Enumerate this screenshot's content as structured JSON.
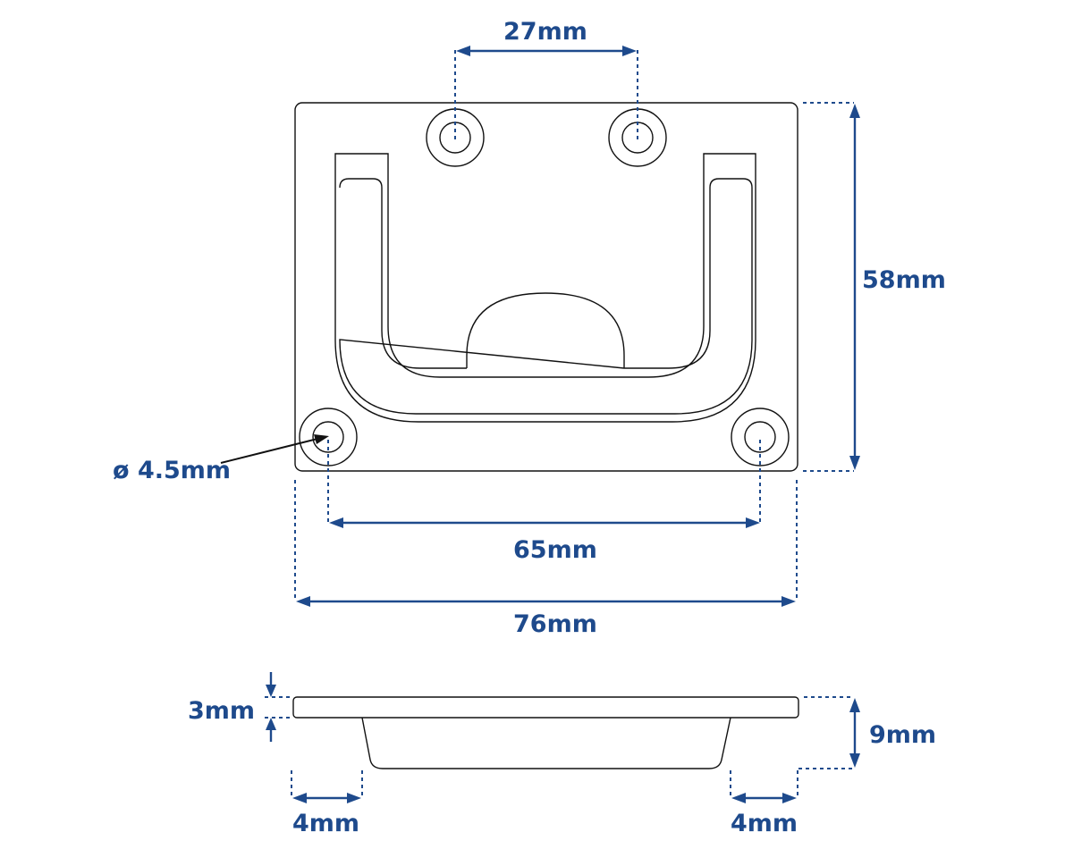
{
  "dimensions": {
    "hole_spacing_top": "27mm",
    "plate_height": "58mm",
    "hole_diameter": "ø 4.5mm",
    "hole_spacing_bottom": "65mm",
    "plate_width": "76mm",
    "plate_thickness": "3mm",
    "total_depth": "9mm",
    "left_offset": "4mm",
    "right_offset": "4mm"
  },
  "colors": {
    "dimension": "#1e4a8c",
    "outline": "#111111"
  }
}
